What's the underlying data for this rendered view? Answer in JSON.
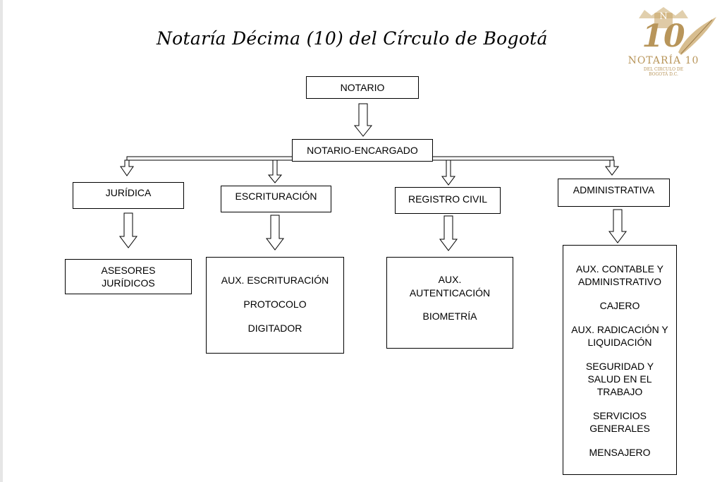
{
  "title": "Notaría Décima (10) del Círculo de Bogotá",
  "logo": {
    "number": "10",
    "name": "NOTARÍA 10",
    "sub1": "DEL CIRCULO DE",
    "sub2": "BOGOTÁ D.C.",
    "monogram": "N",
    "color": "#b8955a",
    "icon": "feather-quill-icon"
  },
  "chart_data": {
    "type": "org-chart",
    "root": "NOTARIO",
    "second": "NOTARIO-ENCARGADO",
    "departments": [
      {
        "name": "JURÍDICA",
        "staff": [
          "ASESORES JURÍDICOS"
        ]
      },
      {
        "name": "ESCRITURACIÓN",
        "staff": [
          "AUX. ESCRITURACIÓN",
          "PROTOCOLO",
          "DIGITADOR"
        ]
      },
      {
        "name": "REGISTRO CIVIL",
        "staff": [
          "AUX. AUTENTICACIÓN",
          "BIOMETRÍA"
        ]
      },
      {
        "name": "ADMINISTRATIVA",
        "staff": [
          "AUX. CONTABLE Y ADMINISTRATIVO",
          "CAJERO",
          "AUX. RADICACIÓN Y LIQUIDACIÓN",
          "SEGURIDAD Y SALUD EN EL TRABAJO",
          "SERVICIOS GENERALES",
          "MENSAJERO"
        ]
      }
    ]
  }
}
